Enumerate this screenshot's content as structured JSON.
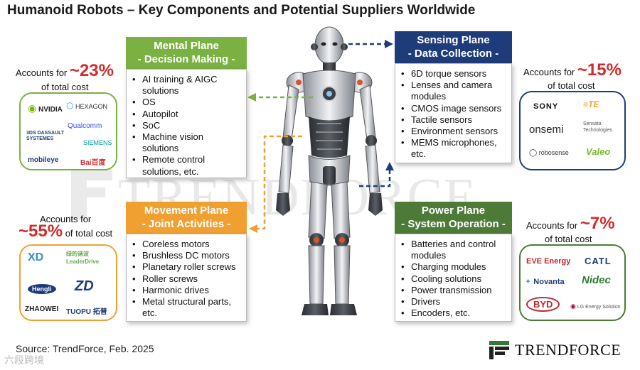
{
  "title": "Humanoid Robots – Key Components and Potential Suppliers Worldwide",
  "watermark": "TRENDFORCE",
  "planes": {
    "mental": {
      "line1": "Mental Plane",
      "line2": "Decision Making",
      "items": [
        "AI training & AIGC solutions",
        "OS",
        "Autopilot",
        "SoC",
        "Machine vision solutions",
        "Remote control solutions, etc."
      ],
      "accounts_prefix": "Accounts for",
      "pct": "~23%",
      "accounts_suffix": "of total cost",
      "suppliers": [
        "NVIDIA",
        "HEXAGON",
        "Qualcomm",
        "3DS DASSAULT SYSTEMES",
        "SIEMENS",
        "mobileye",
        "Bai百度"
      ]
    },
    "sensing": {
      "line1": "Sensing Plane",
      "line2": "Data Collection",
      "items": [
        "6D torque sensors",
        "Lenses and camera modules",
        "CMOS image sensors",
        "Tactile sensors",
        "Environment sensors",
        "MEMS microphones, etc."
      ],
      "accounts_prefix": "Accounts for",
      "pct": "~15%",
      "accounts_suffix": "of total cost",
      "suppliers": [
        "SONY",
        "TE",
        "onsemi",
        "Sensata Technologies",
        "robosense",
        "Valeo"
      ]
    },
    "movement": {
      "line1": "Movement Plane",
      "line2": "Joint Activities",
      "items": [
        "Coreless motors",
        "Brushless DC motors",
        "Planetary roller screws",
        "Roller screws",
        "Harmonic drives",
        "Metal structural parts, etc."
      ],
      "accounts_prefix": "Accounts for",
      "pct": "~55%",
      "accounts_suffix": "of total cost",
      "suppliers": [
        "XD",
        "绿的谐波 LeaderDrive",
        "Hengli",
        "ZD",
        "ZHAOWEI",
        "TUOPU 拓普"
      ]
    },
    "power": {
      "line1": "Power Plane",
      "line2": "System Operation",
      "items": [
        "Batteries and control modules",
        "Charging modules",
        "Cooling solutions",
        "Power transmission",
        "Drivers",
        "Encoders, etc."
      ],
      "accounts_prefix": "Accounts for",
      "pct": "~7%",
      "accounts_suffix": "of total cost",
      "suppliers": [
        "EVE Energy",
        "CATL",
        "Novanta",
        "Nidec",
        "BYD",
        "LG Energy Solution"
      ]
    }
  },
  "source": "Source: TrendForce, Feb. 2025",
  "brand": "TRENDFORCE",
  "footer_watermark": "六段跨境",
  "colors": {
    "mental": "#7bb043",
    "movement": "#f0a030",
    "sensing": "#1f3c7a",
    "power": "#4d7a37",
    "pct": "#d22b2b"
  }
}
